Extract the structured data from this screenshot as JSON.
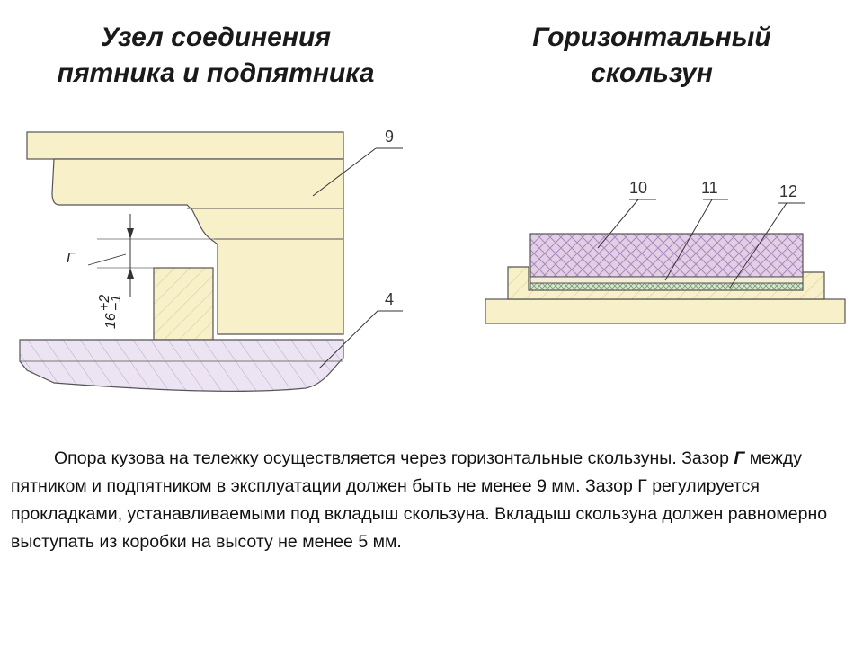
{
  "titles": {
    "left": [
      "Узел соединения",
      "пятника и подпятника"
    ],
    "right": [
      "Горизонтальный",
      "скользун"
    ]
  },
  "left_diagram": {
    "callouts": [
      "9",
      "4"
    ],
    "gap_label": "Г",
    "dimension": {
      "value": "16",
      "upper_tolerance": "+2",
      "lower_tolerance": "−1"
    }
  },
  "right_diagram": {
    "callouts": [
      "10",
      "11",
      "12"
    ]
  },
  "colors": {
    "wood": "#f7f0c8",
    "hatch_wood": "#e6d99a",
    "pad": "#e2cfe6",
    "pad_hatch": "#b597c4",
    "bottom_plate": "#ece4f2",
    "insert_green": "#cfe3c8",
    "outline": "#555555"
  },
  "description": {
    "text_before": "Опора кузова на тележку осуществляется через горизонтальные скользуны. Зазор ",
    "gap_symbol": "Г",
    "text_after": " между пятником и подпятником в эксплуатации должен быть не менее 9 мм. Зазор Г регулируется прокладками, устанавливаемыми под вкладыш скользуна. Вкладыш скользуна должен равномерно выступать из коробки на высоту не менее 5 мм."
  }
}
